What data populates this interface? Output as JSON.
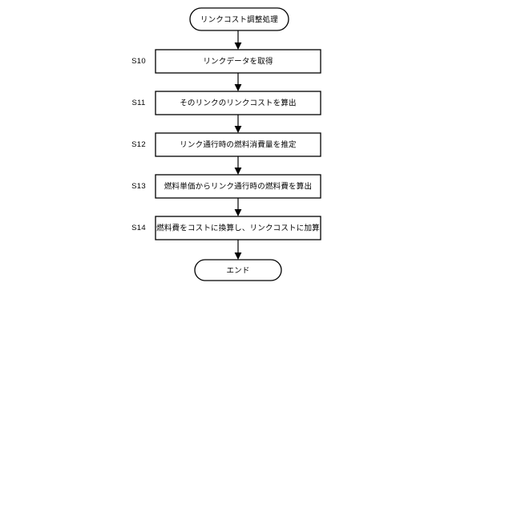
{
  "diagram": {
    "type": "flowchart",
    "orientation": "vertical",
    "title": "リンクコスト調整処理",
    "background_color": "#ffffff",
    "line_color": "#000000",
    "fill_color": "#ffffff",
    "start_node": {
      "id": "start",
      "shape": "terminator",
      "label": "リンクコスト調整処理"
    },
    "end_node": {
      "id": "end",
      "shape": "terminator",
      "label": "エンド"
    },
    "steps": [
      {
        "id": "S10",
        "step_label": "S10",
        "shape": "process",
        "label": "リンクデータを取得"
      },
      {
        "id": "S11",
        "step_label": "S11",
        "shape": "process",
        "label": "そのリンクのリンクコストを算出"
      },
      {
        "id": "S12",
        "step_label": "S12",
        "shape": "process",
        "label": "リンク通行時の燃料消費量を推定"
      },
      {
        "id": "S13",
        "step_label": "S13",
        "shape": "process",
        "label": "燃料単価からリンク通行時の燃料費を算出"
      },
      {
        "id": "S14",
        "step_label": "S14",
        "shape": "process",
        "label": "燃料費をコストに換算し、リンクコストに加算"
      }
    ],
    "connectors": [
      {
        "from": "start",
        "to": "S10",
        "arrow": true
      },
      {
        "from": "S10",
        "to": "S11",
        "arrow": true
      },
      {
        "from": "S11",
        "to": "S12",
        "arrow": true
      },
      {
        "from": "S12",
        "to": "S13",
        "arrow": true
      },
      {
        "from": "S13",
        "to": "S14",
        "arrow": true
      },
      {
        "from": "S14",
        "to": "end",
        "arrow": true
      }
    ]
  }
}
